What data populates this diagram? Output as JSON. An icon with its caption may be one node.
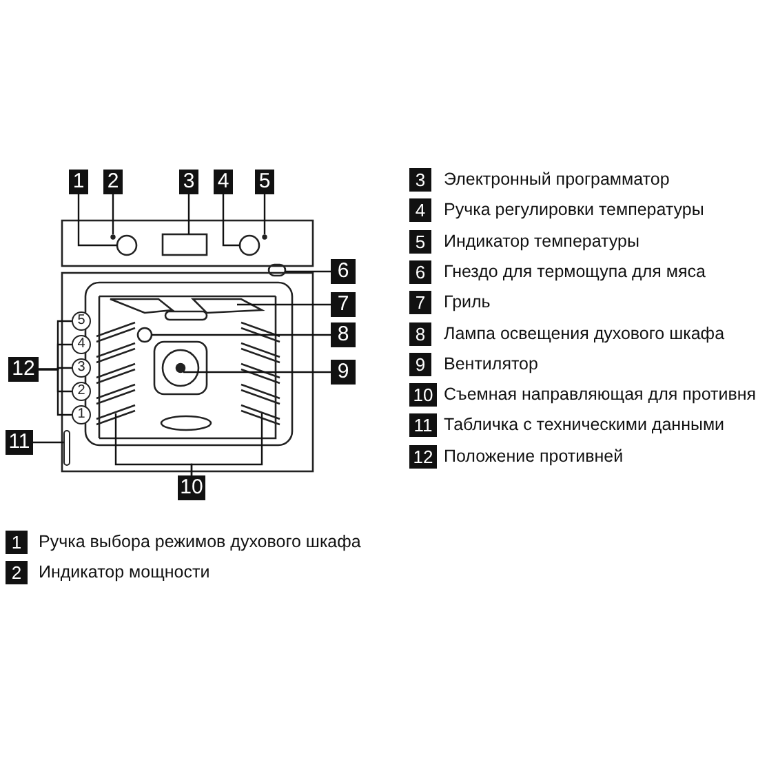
{
  "diagram": {
    "nodes": [
      {
        "text": [
          "1"
        ]
      },
      {
        "text": [
          "2"
        ]
      },
      {
        "text": [
          "3"
        ]
      },
      {
        "text": [
          "4"
        ]
      },
      {
        "text": [
          "5"
        ]
      },
      {
        "text": [
          "6"
        ]
      },
      {
        "text": [
          "7"
        ]
      },
      {
        "text": [
          "8"
        ]
      },
      {
        "text": [
          "9"
        ]
      },
      {
        "text": [
          "10"
        ]
      },
      {
        "text": [
          "11"
        ]
      },
      {
        "text": [
          "12"
        ]
      },
      {
        "text": [
          "5"
        ]
      },
      {
        "text": [
          "4"
        ]
      },
      {
        "text": [
          "3"
        ]
      },
      {
        "text": [
          "2"
        ]
      },
      {
        "text": [
          "1"
        ]
      },
      {
        "text": [],
        "shape": "bar"
      }
    ],
    "edges": [
      {
        "from": 0,
        "to": null,
        "arrow": "none"
      },
      {
        "from": 1,
        "to": null,
        "arrow": "none"
      },
      {
        "from": 2,
        "to": null,
        "arrow": "none"
      },
      {
        "from": 3,
        "to": null,
        "arrow": "none"
      },
      {
        "from": 4,
        "to": null,
        "arrow": "none"
      },
      {
        "from": 5,
        "to": null,
        "arrow": "none"
      },
      {
        "from": 6,
        "to": null,
        "arrow": "none"
      },
      {
        "from": 7,
        "to": null,
        "arrow": "none"
      },
      {
        "from": 8,
        "to": null,
        "arrow": "none"
      },
      {
        "from": 9,
        "to": null,
        "arrow": "none"
      },
      {
        "from": 9,
        "to": null,
        "arrow": "none"
      },
      {
        "from": 10,
        "to": 17,
        "arrow": "none"
      },
      {
        "from": 11,
        "to": 12,
        "arrow": "none"
      },
      {
        "from": 11,
        "to": 13,
        "arrow": "none"
      },
      {
        "from": 11,
        "to": 14,
        "arrow": "none"
      },
      {
        "from": 11,
        "to": 15,
        "arrow": "none"
      },
      {
        "from": 11,
        "to": 16,
        "arrow": "none"
      }
    ],
    "labels": [
      "3",
      "Электронный программатор",
      "4",
      "Ручка регулировки температуры",
      "5",
      "Индикатор температуры",
      "6",
      "Гнездо для термощупа для мяса",
      "7",
      "Гриль",
      "8",
      "Лампа освещения духового шкафа",
      "9",
      "Вентилятор",
      "10",
      "Съемная направляющая для противня",
      "11",
      "Табличка с техническими данными",
      "12",
      "Положение противней",
      "1",
      "Ручка выбора режимов духового шкафа",
      "2",
      "Индикатор мощности"
    ]
  }
}
